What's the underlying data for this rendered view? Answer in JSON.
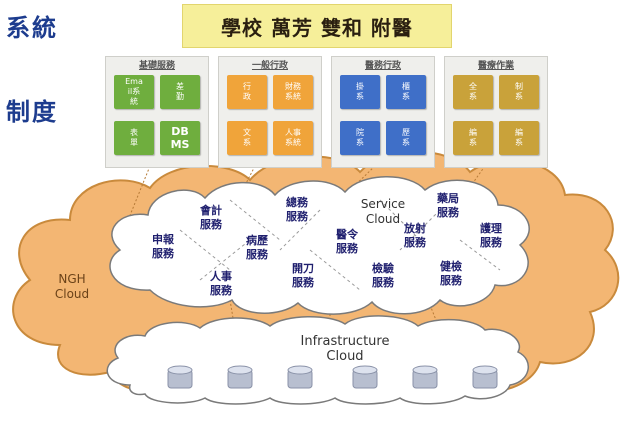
{
  "side_labels": [
    "系統",
    "制度"
  ],
  "title": "學校 萬芳 雙和 附醫",
  "groups": [
    {
      "label": "基礎服務",
      "color": "#6fae3e",
      "modules": [
        {
          "text": "Ema\nil系\n統"
        },
        {
          "text": "差\n勤"
        },
        {
          "text": "表\n單"
        },
        {
          "text": "DB\nMS",
          "big": true
        }
      ]
    },
    {
      "label": "一般行政",
      "color": "#f0a43a",
      "modules": [
        {
          "text": "行\n政"
        },
        {
          "text": "財務\n系統"
        },
        {
          "text": "文\n系"
        },
        {
          "text": "人事\n系統"
        }
      ]
    },
    {
      "label": "醫務行政",
      "color": "#3f6fc8",
      "modules": [
        {
          "text": "掛\n系"
        },
        {
          "text": "櫃\n系"
        },
        {
          "text": "院\n系"
        },
        {
          "text": "歷\n系"
        }
      ]
    },
    {
      "label": "醫療作業",
      "color": "#c9a23a",
      "modules": [
        {
          "text": "全\n系"
        },
        {
          "text": "制\n系"
        },
        {
          "text": "編\n系"
        },
        {
          "text": "編\n系"
        }
      ]
    }
  ],
  "services": [
    "會計\n服務",
    "總務\n服務",
    "藥局\n服務",
    "申報\n服務",
    "病歷\n服務",
    "醫令\n服務",
    "放射\n服務",
    "護理\n服務",
    "人事\n服務",
    "開刀\n服務",
    "檢驗\n服務",
    "健檢\n服務"
  ],
  "service_cloud": "Service\nCloud",
  "ngh_cloud": "NGH\nCloud",
  "infrastructure_cloud": "Infrastructure\nCloud",
  "colors": {
    "ngh_cloud_fill": "#f3b673",
    "ngh_cloud_stroke": "#c98a3c",
    "white_cloud_fill": "#ffffff",
    "white_cloud_stroke": "#7a7a7a",
    "server": "#b8bfd0"
  }
}
